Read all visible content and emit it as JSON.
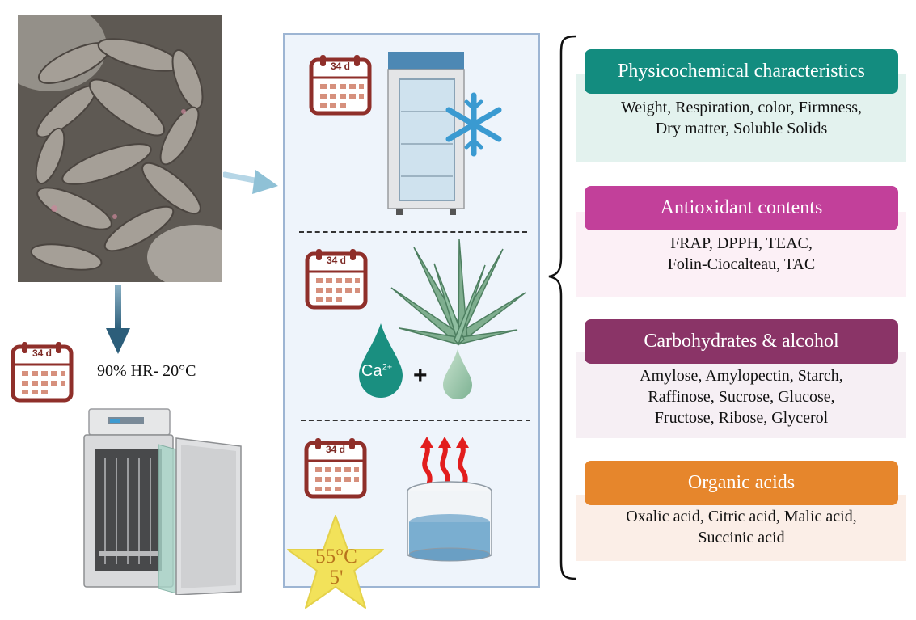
{
  "calendar": {
    "days_label": "34 d"
  },
  "incubator": {
    "condition": "90% HR- 20°C"
  },
  "treatment": {
    "ion_label": "Ca",
    "ion_charge": "2+",
    "plus": "+",
    "hot_water_temp": "55°C",
    "hot_water_time": "5'"
  },
  "categories": [
    {
      "title": "Physicochemical characteristics",
      "color": "#138c7f",
      "bg": "#e3f2ee",
      "lines": [
        "Weight, Respiration, color, Firmness,",
        "Dry matter, Soluble Solids"
      ]
    },
    {
      "title": "Antioxidant contents",
      "color": "#c2409a",
      "bg": "#fcf0f6",
      "lines": [
        "FRAP, DPPH, TEAC,",
        "Folin-Ciocalteau, TAC"
      ]
    },
    {
      "title": "Carbohydrates & alcohol",
      "color": "#8a3467",
      "bg": "#f6eff4",
      "lines": [
        "Amylose, Amylopectin, Starch,",
        "Raffinose, Sucrose, Glucose,",
        "Fructose, Ribose, Glycerol"
      ]
    },
    {
      "title": "Organic acids",
      "color": "#e6862c",
      "bg": "#fbeee7",
      "lines": [
        "Oxalic acid, Citric acid, Malic acid,",
        "Succinic acid"
      ]
    }
  ]
}
